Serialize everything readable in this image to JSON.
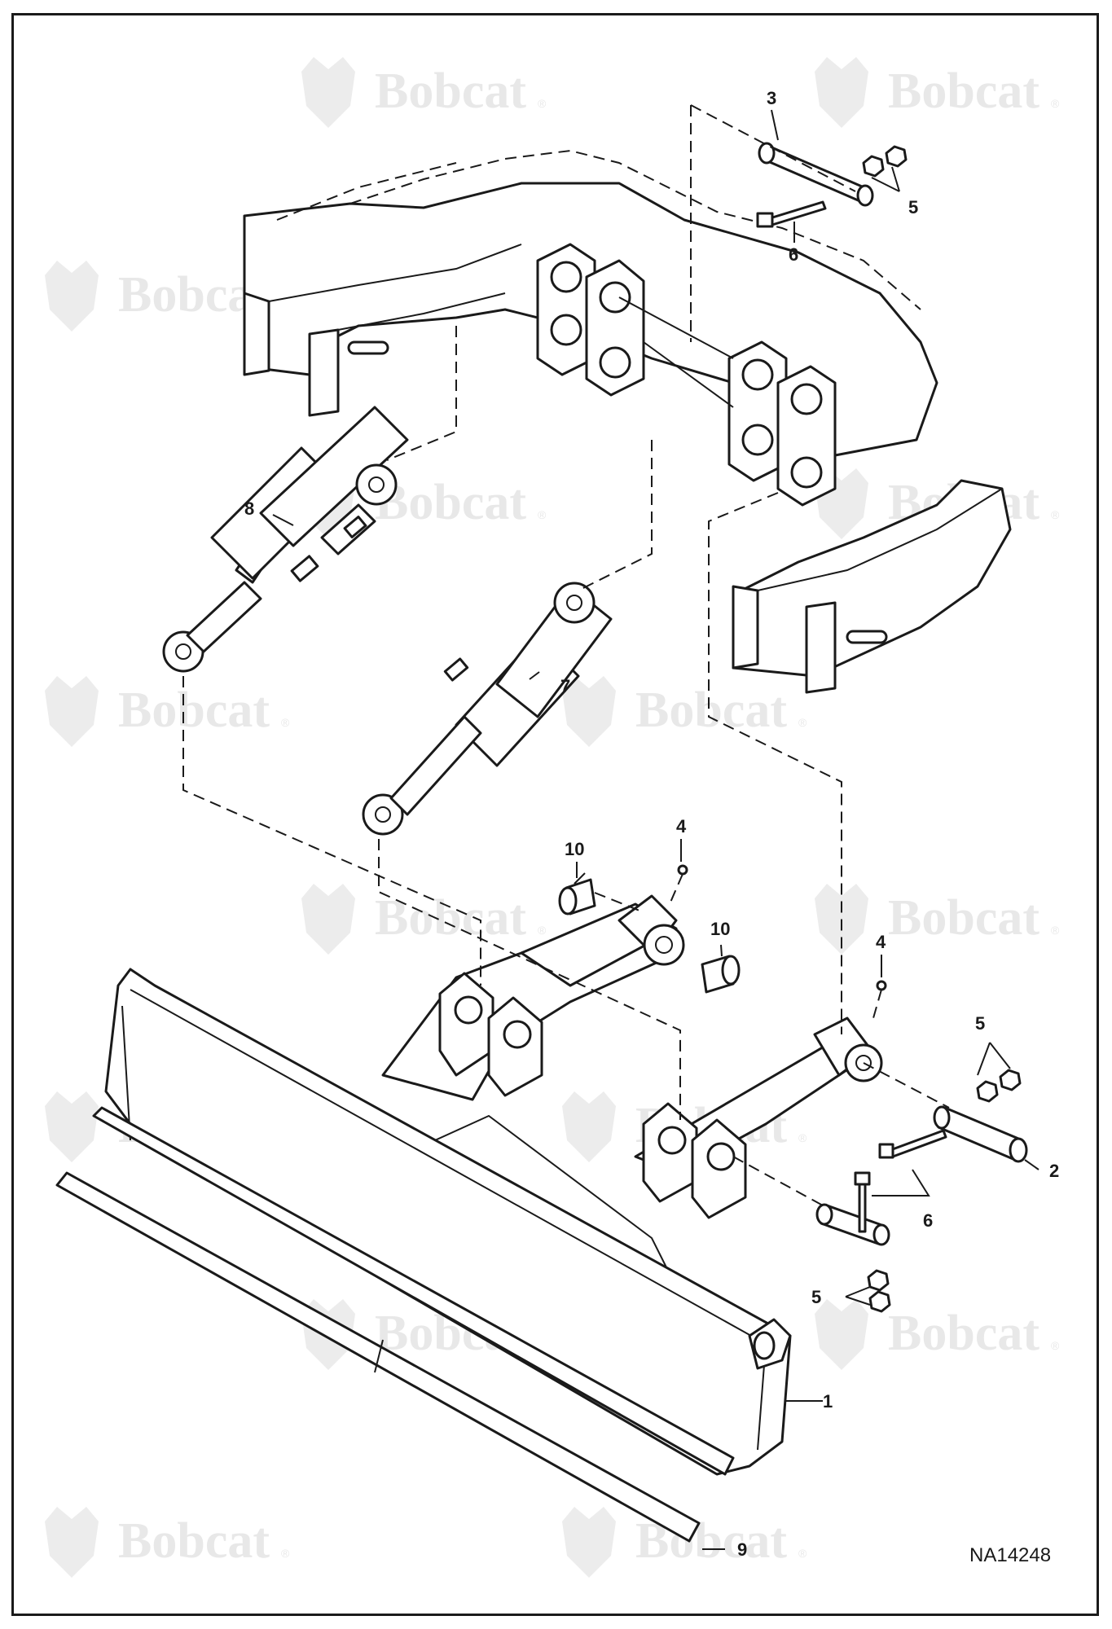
{
  "diagram": {
    "drawing_id": "NA14248",
    "watermark": {
      "brand": "Bobcat",
      "reg_mark": "®",
      "cat_icon": "bobcat-head-icon"
    },
    "callouts": [
      {
        "id": "c1",
        "label": "1"
      },
      {
        "id": "c2",
        "label": "2"
      },
      {
        "id": "c3",
        "label": "3"
      },
      {
        "id": "c4a",
        "label": "4"
      },
      {
        "id": "c4b",
        "label": "4"
      },
      {
        "id": "c5a",
        "label": "5"
      },
      {
        "id": "c5b",
        "label": "5"
      },
      {
        "id": "c5c",
        "label": "5"
      },
      {
        "id": "c6a",
        "label": "6"
      },
      {
        "id": "c6b",
        "label": "6"
      },
      {
        "id": "c7",
        "label": "7"
      },
      {
        "id": "c8",
        "label": "8"
      },
      {
        "id": "c9",
        "label": "9"
      },
      {
        "id": "c10a",
        "label": "10"
      },
      {
        "id": "c10b",
        "label": "10"
      }
    ]
  }
}
